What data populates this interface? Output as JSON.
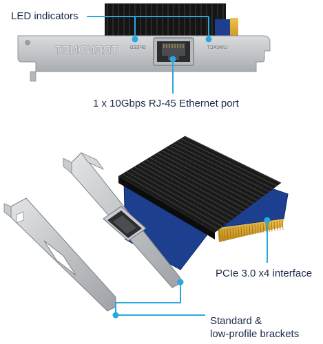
{
  "callouts": {
    "led": "LED indicators",
    "port": "1 x 10Gbps RJ-45 Ethernet port",
    "pcie": "PCIe 3.0 x4 interface",
    "brackets_line1": "Standard &",
    "brackets_line2": "low-profile brackets"
  },
  "bracket_marks": {
    "brand": "TRENDNET",
    "speed": "SPEED",
    "link_act": "LNK/ACT"
  },
  "colors": {
    "callout_line": "#29a8e0",
    "label_text": "#1a2a4a",
    "heatsink": "#161616",
    "pcb": "#1c3f8f",
    "bracket": "#c6c9cc",
    "gold_fingers": "#d9a626"
  }
}
